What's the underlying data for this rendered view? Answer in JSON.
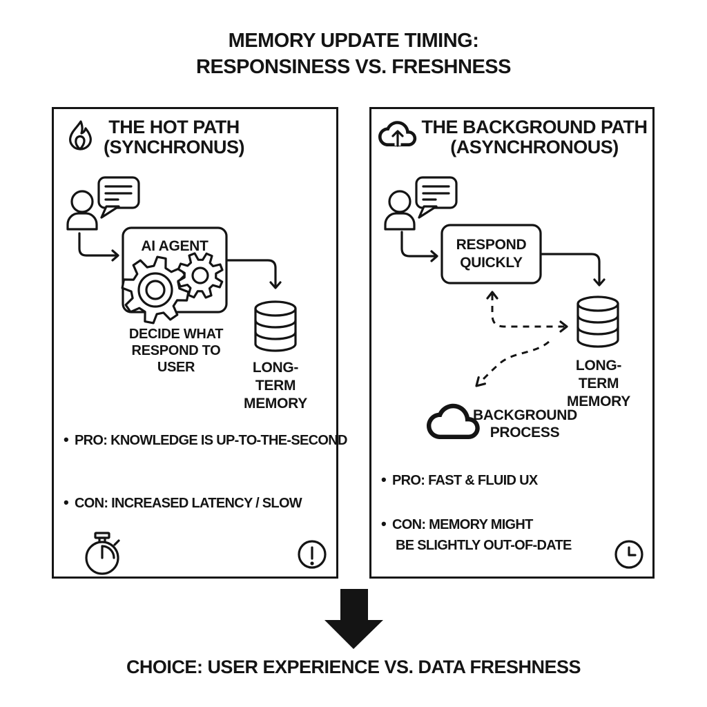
{
  "colors": {
    "ink": "#141414",
    "background": "#ffffff",
    "panel_border": "#141414"
  },
  "title": {
    "line1": "MEMORY UPDATE TIMING:",
    "line2": "RESPONSINESS VS. FRESHNESS"
  },
  "left_panel": {
    "heading_line1": "THE HOT PATH",
    "heading_line2": "(SYNCHRONUS)",
    "agent_box_label": "AI AGENT",
    "agent_caption_line1": "DECIDE WHAT",
    "agent_caption_line2": "RESPOND TO USER",
    "memory_label_line1": "LONG-TERM",
    "memory_label_line2": "MEMORY",
    "pro": "PRO: KNOWLEDGE IS UP-TO-THE-SECOND",
    "con": "CON: INCREASED LATENCY / SLOW"
  },
  "right_panel": {
    "heading_line1": "THE BACKGROUND PATH",
    "heading_line2": "(ASYNCHRONOUS)",
    "respond_box_line1": "RESPOND",
    "respond_box_line2": "QUICKLY",
    "memory_label_line1": "LONG-TERM",
    "memory_label_line2": "MEMORY",
    "process_label_line1": "BACKGROUND",
    "process_label_line2": "PROCESS",
    "pro": "PRO: FAST & FLUID UX",
    "con_line1": "CON: MEMORY MIGHT",
    "con_line2": "BE SLIGHTLY OUT-OF-DATE"
  },
  "footer": {
    "caption": "CHOICE: USER EXPERIENCE VS. DATA FRESHNESS"
  },
  "icons": {
    "flame-icon": "flame outline",
    "cloud-upload-icon": "cloud with upward arrow",
    "user-icon": "person outline",
    "chat-bubble-icon": "speech bubble with text lines",
    "gears-icon": "two cog wheels",
    "database-icon": "stacked cylinder database",
    "stopwatch-icon": "stopwatch outline",
    "alert-icon": "exclamation mark in circle",
    "background-cloud-icon": "cloud outline",
    "clock-icon": "clock face",
    "down-arrow-icon": "solid black downward arrow"
  }
}
